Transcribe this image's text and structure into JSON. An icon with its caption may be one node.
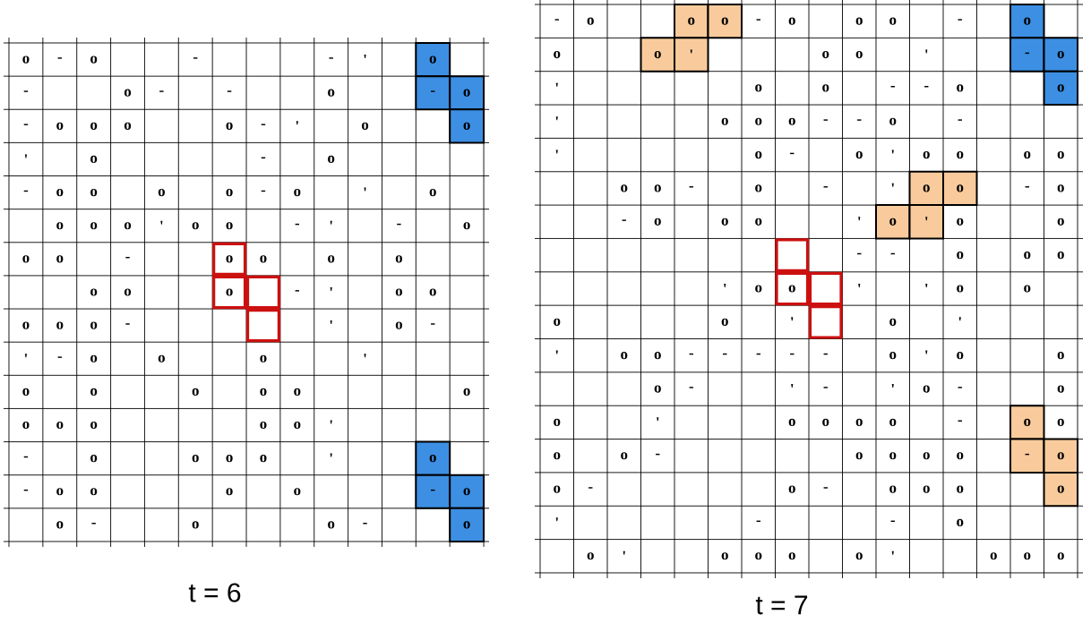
{
  "diagram": {
    "labels": [
      "o",
      "-",
      "o",
      "-",
      "-",
      "'",
      "o",
      "-",
      "o",
      "-",
      "-",
      "o",
      "-",
      "o",
      "-",
      "o",
      "o",
      "o",
      "o",
      "-",
      "'",
      "o",
      "o",
      "'",
      "o",
      "-",
      "o",
      "-",
      "o",
      "o",
      "o",
      "o",
      "-",
      "o",
      "'",
      "o",
      "o",
      "o",
      "o",
      "'",
      "o",
      "o",
      "-",
      "'",
      "-",
      "o",
      "o",
      "o",
      "-",
      "o",
      "o",
      "o",
      "o",
      "o",
      "o",
      "o",
      "-",
      "'",
      "o",
      "o",
      "o",
      "o",
      "o",
      "-",
      "'",
      "o",
      "-",
      "'",
      "-",
      "o",
      "o",
      "o",
      "'",
      "o",
      "o",
      "o",
      "o",
      "o",
      "o",
      "o",
      "o",
      "o",
      "o",
      "o",
      "'",
      "-",
      "o",
      "o",
      "o",
      "o",
      "'",
      "o",
      "-",
      "o",
      "o",
      "o",
      "o",
      "-",
      "o",
      "o",
      "-",
      "o",
      "o",
      "-",
      "o",
      "-",
      "o",
      "o",
      "o",
      "-",
      "o",
      "o",
      "o",
      "-",
      "o",
      "o",
      "o",
      "'",
      "o",
      "o",
      "'",
      "-",
      "o",
      "'",
      "o",
      "o",
      "-",
      "-",
      "o",
      "o",
      "'",
      "o",
      "o",
      "o",
      "-",
      "-",
      "o",
      "-",
      "'",
      "o",
      "-",
      "o",
      "'",
      "o",
      "o",
      "o",
      "o",
      "o",
      "o",
      "-",
      "o",
      "-",
      "'",
      "o",
      "o",
      "-",
      "o",
      "-",
      "o",
      "o",
      "o",
      "'",
      "o",
      "'",
      "o",
      "o",
      "-",
      "-",
      "o",
      "o",
      "o",
      "'",
      "o",
      "o",
      "'",
      "'",
      "o",
      "o",
      "o",
      "o",
      "'",
      "o",
      "'",
      "'",
      "o",
      "o",
      "-",
      "-",
      "-",
      "-",
      "-",
      "o",
      "'",
      "o",
      "o",
      "o",
      "-",
      "'",
      "-",
      "'",
      "o",
      "-",
      "o",
      "o",
      "'",
      "o",
      "o",
      "o",
      "o",
      "-",
      "o",
      "o",
      "o",
      "o",
      "-",
      "o",
      "o",
      "o",
      "o",
      "-",
      "o",
      "o",
      "-",
      "o",
      "-",
      "o",
      "o",
      "o",
      "o",
      "'",
      "-",
      "-",
      "o",
      "o",
      "'",
      "o",
      "o",
      "o",
      "o",
      "'",
      "o",
      "o",
      "o",
      "t = 6",
      "t = 7"
    ]
  }
}
